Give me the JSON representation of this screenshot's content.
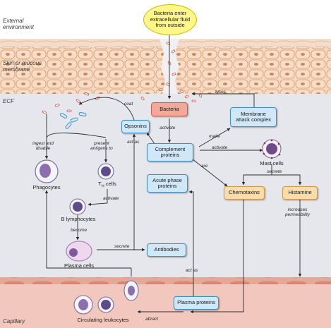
{
  "regions": {
    "external": "External\nenvironment",
    "skin": "Skin or mucous\nmembrane",
    "ecf": "ECF",
    "capillary": "Capillary"
  },
  "callout": "Bacteria enter\nextracellular fluid\nfrom outside",
  "boxes": {
    "bacteria": "Bacteria",
    "opsonins": "Opsonins",
    "complement": "Complement\nproteins",
    "membrane_attack": "Membrane\nattack complex",
    "acute_phase": "Acute phase\nproteins",
    "chemotaxins": "Chemotaxins",
    "histamine": "Histamine",
    "antibodies": "Antibodies",
    "plasma_proteins": "Plasma proteins"
  },
  "cells": {
    "phagocytes": "Phagocytes",
    "th_cells_main": "T",
    "th_cells_sub": "H",
    "th_cells_rest": " cells",
    "b_lymphocytes": "B lymphocytes",
    "plasma_cells": "Plasma cells",
    "mast_cells": "Mast cells",
    "circulating_leukocytes": "Circulating leukocytes"
  },
  "arrow_labels": {
    "coat": "coat",
    "lyses": "lyses",
    "activate_bacteria": "activate",
    "make": "make",
    "activate_mast": "activate",
    "act_as_opsonins": "act as",
    "are": "are",
    "ingest": "ingest and\ndisable",
    "present": "present\nantigens to",
    "activate_b": "activate",
    "become": "become",
    "secrete_antibodies": "secrete",
    "secrete_mast": "secrete",
    "increases": "increases\npermeability",
    "act_as_plasma": "act as",
    "attract": "attract"
  },
  "colors": {
    "blue_box": "#cfe7f7",
    "orange_box": "#f7dcae",
    "red_box": "#f2a89a",
    "callout": "#fff68a",
    "ecf_background": "#e6e7ec",
    "capillary": "#f2c7bd"
  }
}
